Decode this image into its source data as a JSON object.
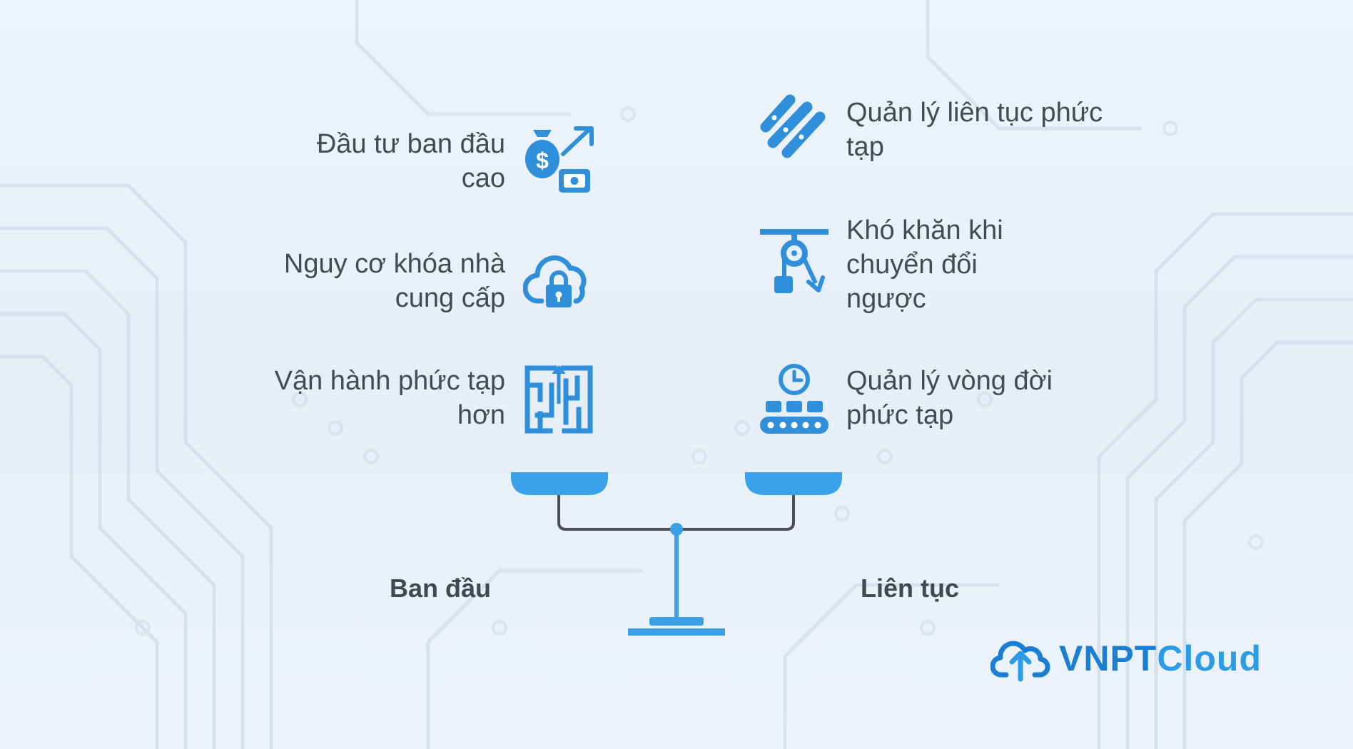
{
  "colors": {
    "icon": "#2f8fdb",
    "pan": "#3aa0e8",
    "beam": "#4a4f57",
    "text": "#444b55",
    "logo_dark": "#1a7fd4",
    "logo_light": "#2c9be8"
  },
  "left_items": [
    {
      "text": "Đầu tư ban đầu cao",
      "icon": "money-bag-arrow-icon"
    },
    {
      "text": "Nguy cơ khóa nhà cung cấp",
      "icon": "cloud-lock-icon"
    },
    {
      "text": "Vận hành phức tạp hơn",
      "icon": "maze-icon"
    }
  ],
  "right_items": [
    {
      "text": "Quản lý liên tục phức tạp",
      "icon": "diagonal-bars-icon"
    },
    {
      "text": "Khó khăn khi chuyển đổi ngược",
      "icon": "pulley-icon"
    },
    {
      "text": "Quản lý vòng đời phức tạp",
      "icon": "conveyor-clock-icon"
    }
  ],
  "scale": {
    "left_label": "Ban đầu",
    "right_label": "Liên tục"
  },
  "logo": {
    "part1": "VNPT",
    "part2": "Cloud"
  }
}
